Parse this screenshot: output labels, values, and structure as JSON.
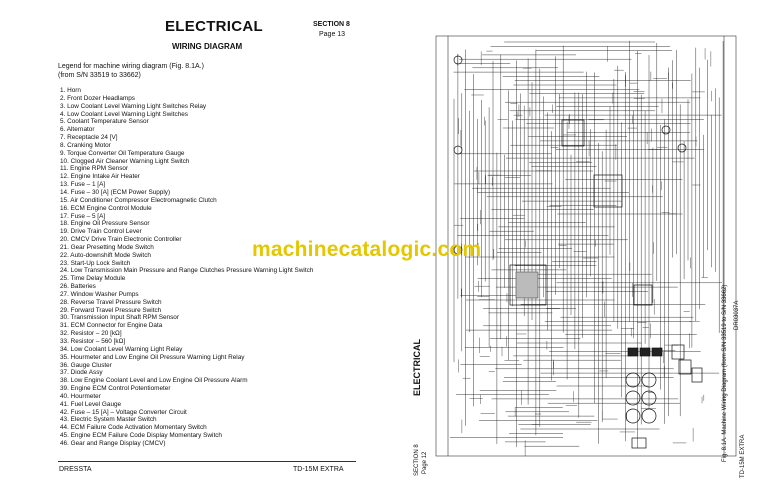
{
  "left_page": {
    "title": "ELECTRICAL",
    "section": "SECTION 8",
    "page": "Page 13",
    "subtitle": "WIRING DIAGRAM",
    "legend_intro": "Legend for machine wiring diagram (Fig. 8.1A.)",
    "legend_range": "(from S/N 33519 to 33662)",
    "legend_items": [
      "1. Horn",
      "2. Front Dozer Headlamps",
      "3. Low Coolant Level Warning Light Switches Relay",
      "4. Low Coolant Level Warning Light Switches",
      "5. Coolant Temperature Sensor",
      "6. Alternator",
      "7. Receptacle 24 [V]",
      "8. Cranking Motor",
      "9. Torque Converter Oil Temperature Gauge",
      "10. Clogged Air Cleaner Warning Light Switch",
      "11. Engine RPM Sensor",
      "12. Engine Intake Air Heater",
      "13. Fuse – 1 [A]",
      "14. Fuse – 30 [A] (ECM Power Supply)",
      "15. Air Conditioner Compressor Electromagnetic Clutch",
      "16. ECM Engine Control Module",
      "17. Fuse – 5 [A]",
      "18. Engine Oil Pressure Sensor",
      "19. Drive Train Control Lever",
      "20. CMCV Drive Train Electronic Controller",
      "21. Gear Presetting Mode Switch",
      "22. Auto-downshift Mode Switch",
      "23. Start-Up Lock Switch",
      "24. Low Transmission Main Pressure and Range Clutches Pressure Warning Light Switch",
      "25. Time Delay Module",
      "26. Batteries",
      "27. Window Washer Pumps",
      "28. Reverse Travel Pressure Switch",
      "29. Forward Travel Pressure Switch",
      "30. Transmission Input Shaft RPM Sensor",
      "31. ECM Connector for Engine Data",
      "32. Resistor – 20 [kΩ]",
      "33. Resistor – 560 [kΩ]",
      "34. Low Coolant Level Warning Light Relay",
      "35. Hourmeter and Low Engine Oil Pressure Warning Light Relay",
      "36. Gauge Cluster",
      "37. Diode Assy",
      "38. Low Engine Coolant Level and Low Engine Oil Pressure Alarm",
      "39. Engine ECM Control Potentiometer",
      "40. Hourmeter",
      "41. Fuel Level Gauge",
      "42. Fuse – 15 [A] – Voltage Converter Circuit",
      "43. Electric System Master Switch",
      "44. ECM Failure Code Activation Momentary Switch",
      "45. Engine ECM Failure Code Display Momentary Switch",
      "46. Gear and Range Display (CMCV)"
    ],
    "footer_brand": "DRESSTA",
    "footer_model": "TD-15M EXTRA"
  },
  "right_page": {
    "vertical_title": "ELECTRICAL",
    "vertical_section": "SECTION 8",
    "vertical_page": "Page 12",
    "figure_caption": "Fig. 8.1A. Machine Wiring Diagram (from S/N 33519 to S/N 33662)",
    "drawing_code": "DR03037A",
    "vertical_model": "TD-15M EXTRA"
  },
  "watermark": "machinecatalogic.com"
}
